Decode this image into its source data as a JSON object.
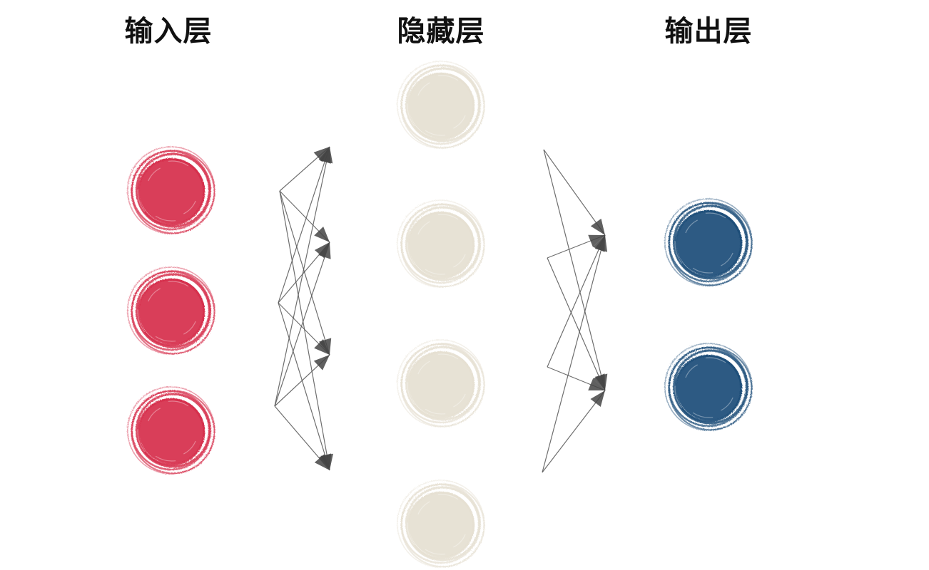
{
  "layers": {
    "input": {
      "title": "输入层",
      "count": 3
    },
    "hidden": {
      "title": "隐藏层",
      "count": 4
    },
    "output": {
      "title": "输出层",
      "count": 2
    }
  },
  "colors": {
    "input_node": "#d62e4c",
    "hidden_node": "#e6e0d2",
    "output_node": "#1f4e79",
    "connection": "#555555",
    "arrowhead": "#444444",
    "title_text": "#111111"
  },
  "connections": {
    "input_to_hidden": "all",
    "hidden_to_output": "all"
  }
}
